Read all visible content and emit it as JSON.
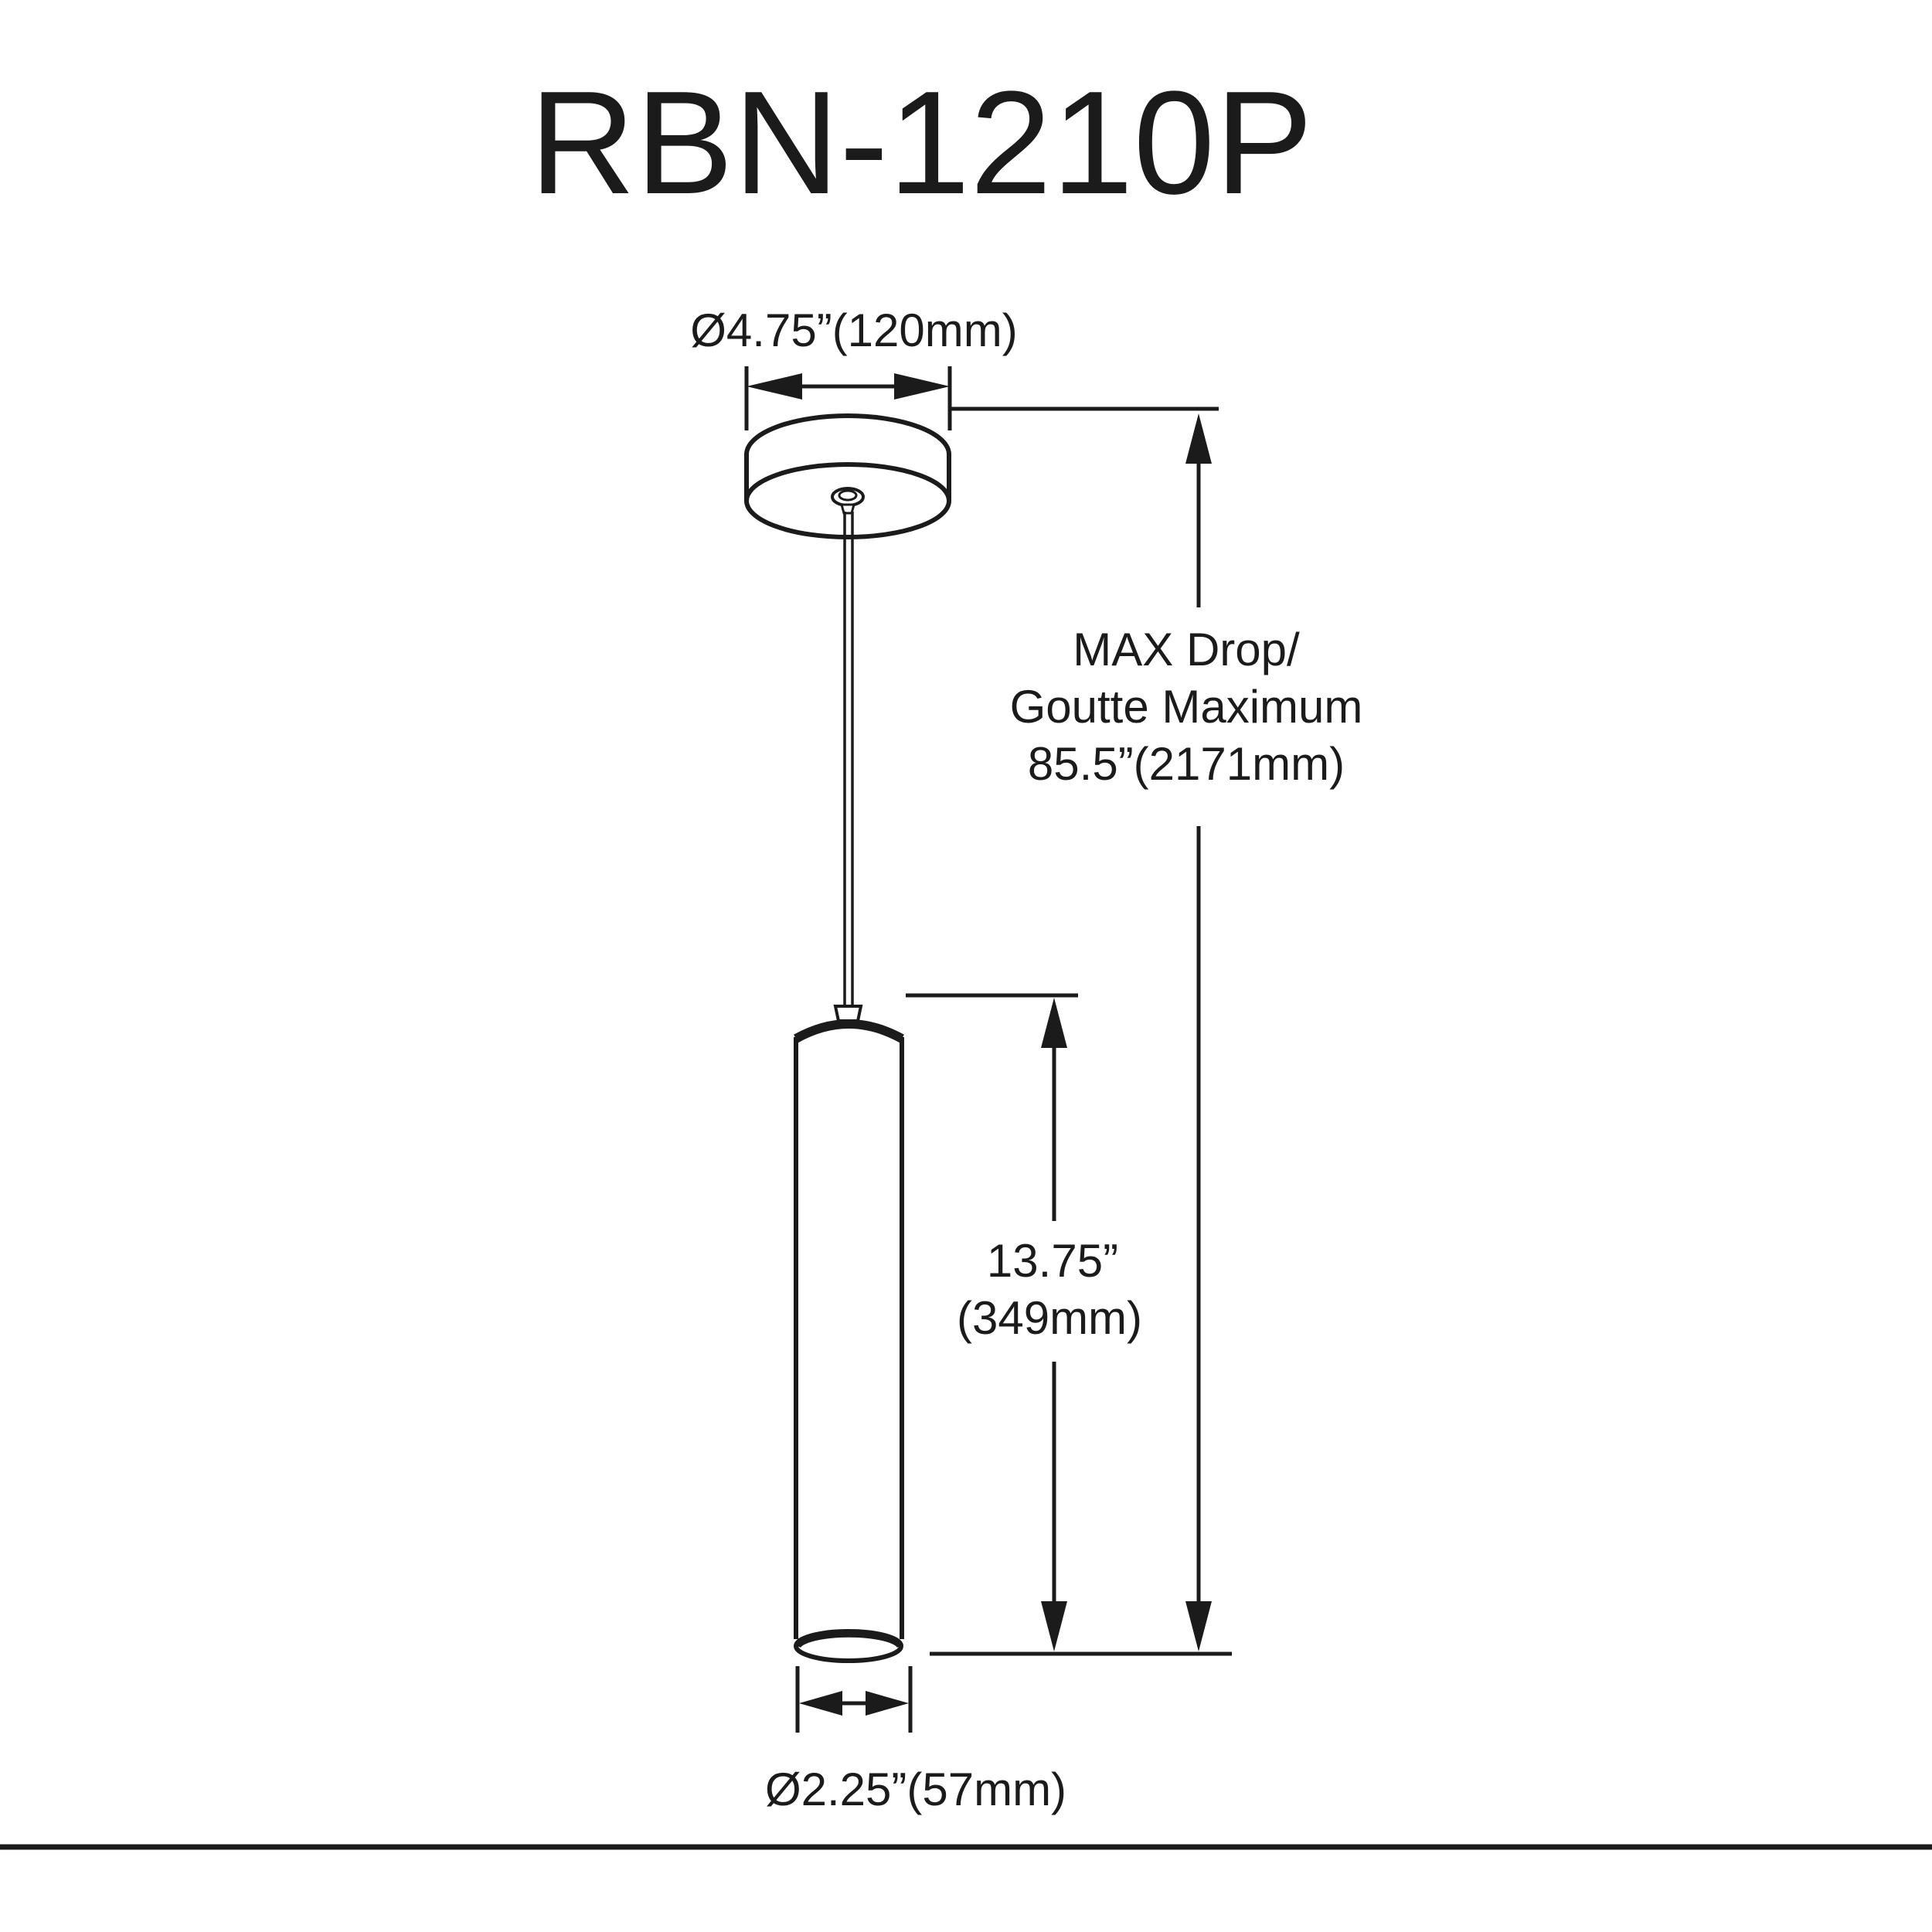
{
  "title": "RBN-1210P",
  "colors": {
    "ink": "#1b1b1b",
    "background": "#ffffff"
  },
  "diagram": {
    "canopy": {
      "diameter_label": "Ø4.75”(120mm)"
    },
    "max_drop": {
      "line1": "MAX Drop/",
      "line2": "Goutte Maximum",
      "line3": "85.5”(2171mm)"
    },
    "pendant": {
      "height_in": "13.75”",
      "height_mm": "(349mm)",
      "diameter_label": "Ø2.25”(57mm)"
    }
  }
}
